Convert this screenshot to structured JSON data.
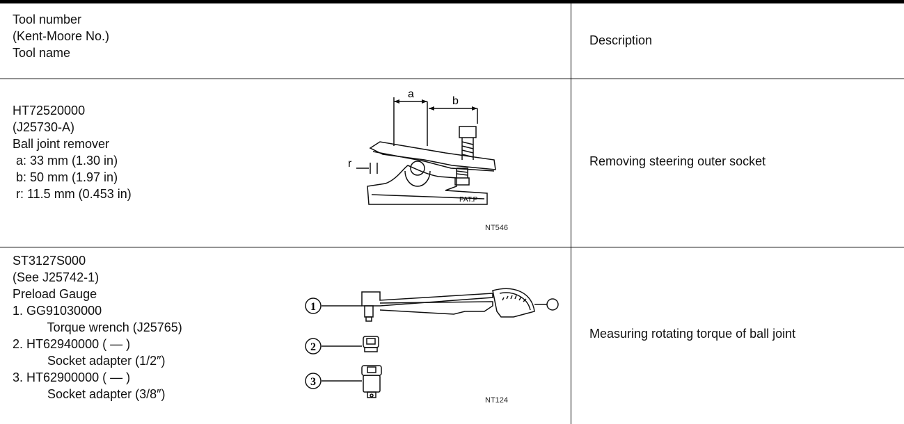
{
  "header": {
    "tool_lines": [
      "Tool number",
      "(Kent-Moore No.)",
      "Tool name"
    ],
    "description": "Description"
  },
  "rows": [
    {
      "tool_lines": [
        "HT72520000",
        "(J25730-A)",
        "Ball joint remover",
        " a: 33 mm (1.30 in)",
        " b: 50 mm (1.97 in)",
        " r: 11.5 mm (0.453 in)"
      ],
      "figure_code": "NT546",
      "figure_marks": {
        "a": "a",
        "b": "b",
        "r": "r",
        "stamp": "PAT.P"
      },
      "description": "Removing steering outer socket"
    },
    {
      "tool_lines": [
        "ST3127S000",
        "(See J25742-1)",
        "Preload Gauge",
        "1. GG91030000",
        "          Torque wrench (J25765)",
        "2. HT62940000 ( — )",
        "          Socket adapter (1/2″)",
        "3. HT62900000 ( — )",
        "          Socket adapter (3/8″)"
      ],
      "figure_code": "NT124",
      "figure_marks": {
        "one": "1",
        "two": "2",
        "three": "3"
      },
      "description": "Measuring rotating torque of ball joint"
    }
  ]
}
